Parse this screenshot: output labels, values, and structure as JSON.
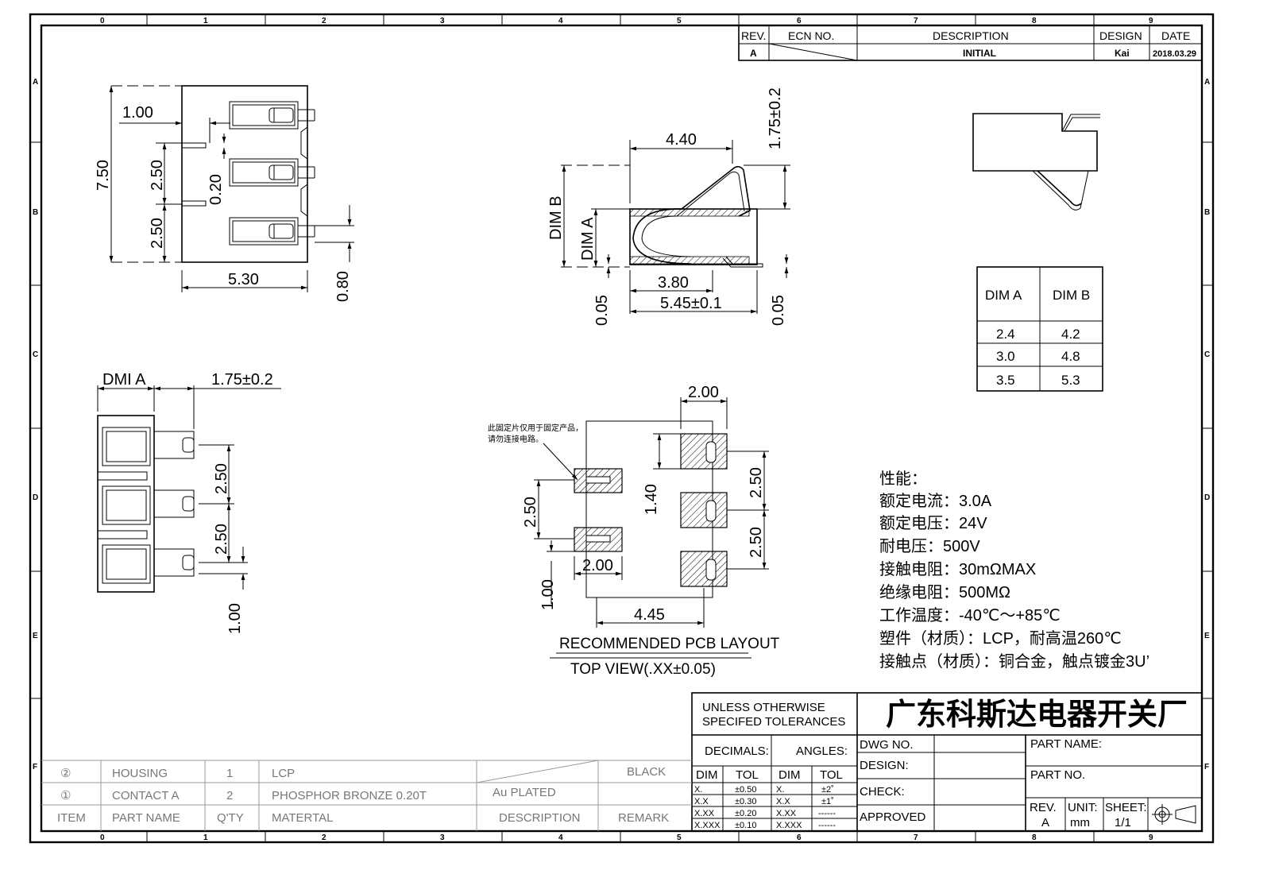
{
  "frame": {
    "zone_cols": [
      "0",
      "1",
      "2",
      "3",
      "4",
      "5",
      "6",
      "7",
      "8",
      "9"
    ],
    "zone_rows": [
      "A",
      "B",
      "C",
      "D",
      "E",
      "F"
    ]
  },
  "revision_block": {
    "headers": {
      "rev": "REV.",
      "ecn": "ECN NO.",
      "description": "DESCRIPTION",
      "design": "DESIGN",
      "date": "DATE"
    },
    "row": {
      "rev": "A",
      "description": "INITIAL",
      "design": "Kai",
      "date": "2018.03.29"
    }
  },
  "dims": {
    "top_view": {
      "d1": "1.00",
      "d2": "7.50",
      "d3": "2.50",
      "d4": "0.20",
      "d5": "2.50",
      "d6": "5.30",
      "d7": "0.80"
    },
    "side_view": {
      "d1": "4.40",
      "d2": "1.75±0.2",
      "d3": "DIM B",
      "d4": "DIM A",
      "d5": "3.80",
      "d6": "5.45±0.1",
      "d7": "0.05",
      "d8": "0.05"
    },
    "front_view": {
      "d1": "DMI A",
      "d2": "1.75±0.2",
      "d3": "2.50",
      "d4": "2.50",
      "d5": "1.00"
    },
    "pcb": {
      "d1": "2.00",
      "d2": "1.40",
      "d3": "2.50",
      "d4": "2.50",
      "d5": "2.50",
      "d6": "2.00",
      "d7": "1.00",
      "d8": "4.45",
      "note_line1": "此固定片仅用于固定产品，",
      "note_line2": "请勿连接电路。",
      "title": "RECOMMENDED PCB LAYOUT",
      "subtitle": "TOP VIEW(.XX±0.05)"
    }
  },
  "dim_table": {
    "headers": [
      "DIM A",
      "DIM B"
    ],
    "rows": [
      [
        "2.4",
        "4.2"
      ],
      [
        "3.0",
        "4.8"
      ],
      [
        "3.5",
        "5.3"
      ]
    ]
  },
  "specs": {
    "title": "性能：",
    "lines": [
      "额定电流：3.0A",
      "额定电压：24V",
      "耐电压：500V",
      "接触电阻：30mΩMAX",
      "绝缘电阻：500MΩ",
      "工作温度：-40℃～+85℃",
      "塑件（材质）：LCP，耐高温260℃",
      "接触点（材质）：铜合金，触点镀金3U’"
    ]
  },
  "title_block": {
    "tolerance_line1": "UNLESS OTHERWISE",
    "tolerance_line2": "SPECIFED TOLERANCES",
    "company": "广东科斯达电器开关厂",
    "decimals": "DECIMALS:",
    "angles": "ANGLES:",
    "dim": "DIM",
    "tol": "TOL",
    "dec_rows": [
      [
        "X.",
        "±0.50"
      ],
      [
        "X.X",
        "±0.30"
      ],
      [
        "X.XX",
        "±0.20"
      ],
      [
        "X.XXX",
        "±0.10"
      ]
    ],
    "ang_rows": [
      [
        "X.",
        "±2˚"
      ],
      [
        "X.X",
        "±1˚"
      ],
      [
        "X.XX",
        "------"
      ],
      [
        "X.XXX",
        "------"
      ]
    ],
    "dwg_no": "DWG NO.",
    "design": "DESIGN:",
    "check": "CHECK:",
    "approved": "APPROVED",
    "part_name": "PART NAME:",
    "part_no": "PART NO.",
    "rev_label": "REV.",
    "rev_value": "A",
    "unit_label": "UNIT:",
    "unit_value": "mm",
    "sheet_label": "SHEET:",
    "sheet_value": "1/1"
  },
  "bom": {
    "rows": [
      {
        "item": "②",
        "part": "HOUSING",
        "qty": "1",
        "material": "LCP",
        "description": "",
        "remark": "BLACK"
      },
      {
        "item": "①",
        "part": "CONTACT A",
        "qty": "2",
        "material": "PHOSPHOR BRONZE 0.20T",
        "description": "Au PLATED",
        "remark": ""
      }
    ],
    "headers": {
      "item": "ITEM",
      "part": "PART NAME",
      "qty": "Q'TY",
      "material": "MATERTAL",
      "description": "DESCRIPTION",
      "remark": "REMARK"
    }
  }
}
